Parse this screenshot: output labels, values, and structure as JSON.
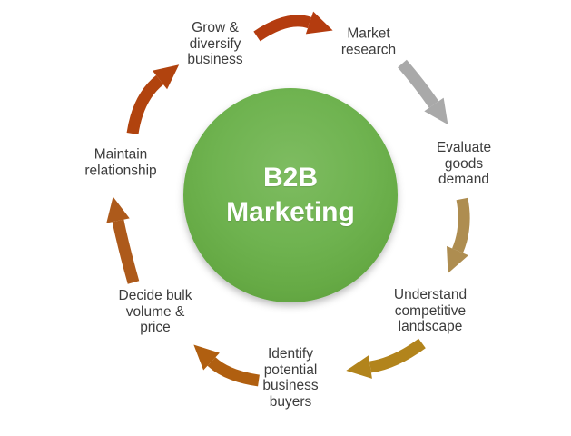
{
  "diagram": {
    "center_label": "B2B\nMarketing",
    "center_color": "#6fb350",
    "text_color": "#3c3c3c",
    "steps": [
      {
        "id": "grow",
        "label": "Grow &\ndiversify\nbusiness"
      },
      {
        "id": "market",
        "label": "Market\nresearch"
      },
      {
        "id": "evaluate",
        "label": "Evaluate\ngoods\ndemand"
      },
      {
        "id": "understand",
        "label": "Understand\ncompetitive\nlandscape"
      },
      {
        "id": "identify",
        "label": "Identify\npotential\nbusiness\nbuyers"
      },
      {
        "id": "decide",
        "label": "Decide bulk\nvolume &\nprice"
      },
      {
        "id": "maintain",
        "label": "Maintain\nrelationship"
      }
    ],
    "arrows": [
      {
        "from": "grow",
        "to": "market",
        "color": "#b43c0f"
      },
      {
        "from": "market",
        "to": "evaluate",
        "color": "#a9a9a9"
      },
      {
        "from": "evaluate",
        "to": "understand",
        "color": "#ae8d50"
      },
      {
        "from": "understand",
        "to": "identify",
        "color": "#b2841c"
      },
      {
        "from": "identify",
        "to": "decide",
        "color": "#b05f10"
      },
      {
        "from": "decide",
        "to": "maintain",
        "color": "#ad5a1b"
      },
      {
        "from": "maintain",
        "to": "grow",
        "color": "#b1430e"
      }
    ]
  }
}
